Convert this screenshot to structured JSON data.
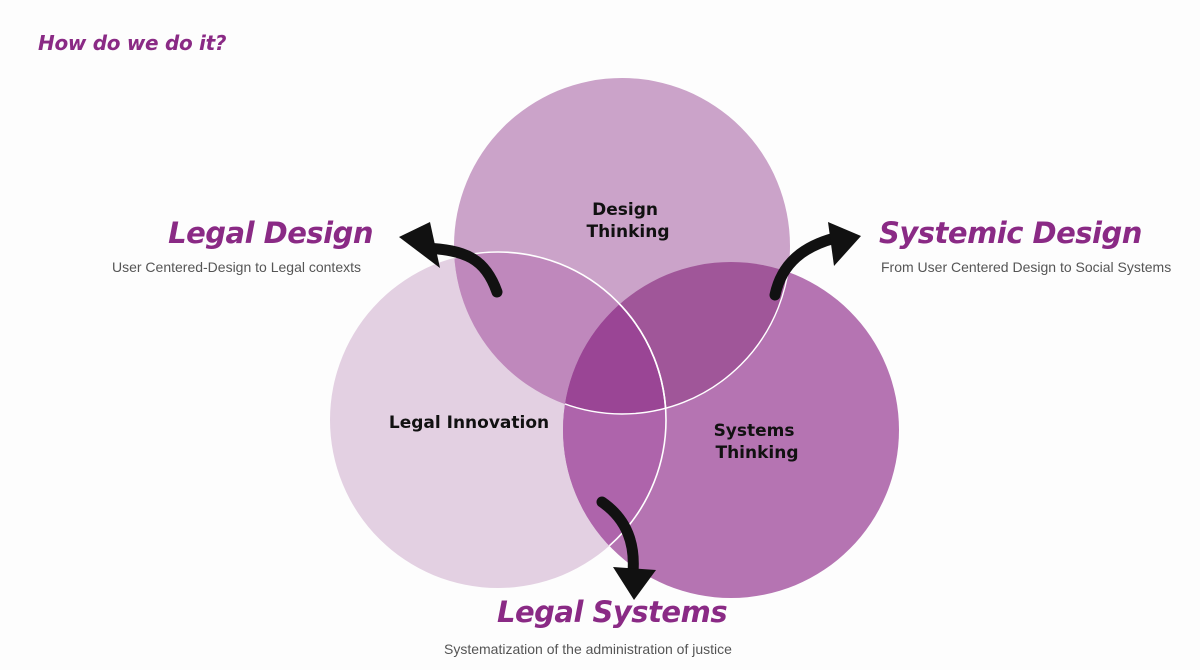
{
  "heading": "How do we do it?",
  "circles": {
    "design_thinking": [
      "Design",
      "Thinking"
    ],
    "legal_innovation": [
      "Legal Innovation"
    ],
    "systems_thinking": [
      "Systems",
      "Thinking"
    ]
  },
  "outcomes": {
    "legal_design": {
      "title": "Legal Design",
      "subtitle": "User Centered-Design to Legal contexts"
    },
    "systemic_design": {
      "title": "Systemic Design",
      "subtitle": "From User Centered Design to Social Systems"
    },
    "legal_systems": {
      "title": "Legal Systems",
      "subtitle": "Systematization of the administration of justice"
    }
  },
  "colors": {
    "accent": "#8a2a85",
    "design_thinking_fill": "#cba3c9",
    "legal_innovation_fill": "#e3d0e2",
    "systems_thinking_fill": "#b574b2",
    "design_legal_overlap": "#bf88bc",
    "legal_systems_overlap": "#ae64ab",
    "design_systems_overlap": "#a05699",
    "center_overlap": "#9a4595",
    "arrow": "#111111",
    "subtitle_text": "#555555"
  }
}
